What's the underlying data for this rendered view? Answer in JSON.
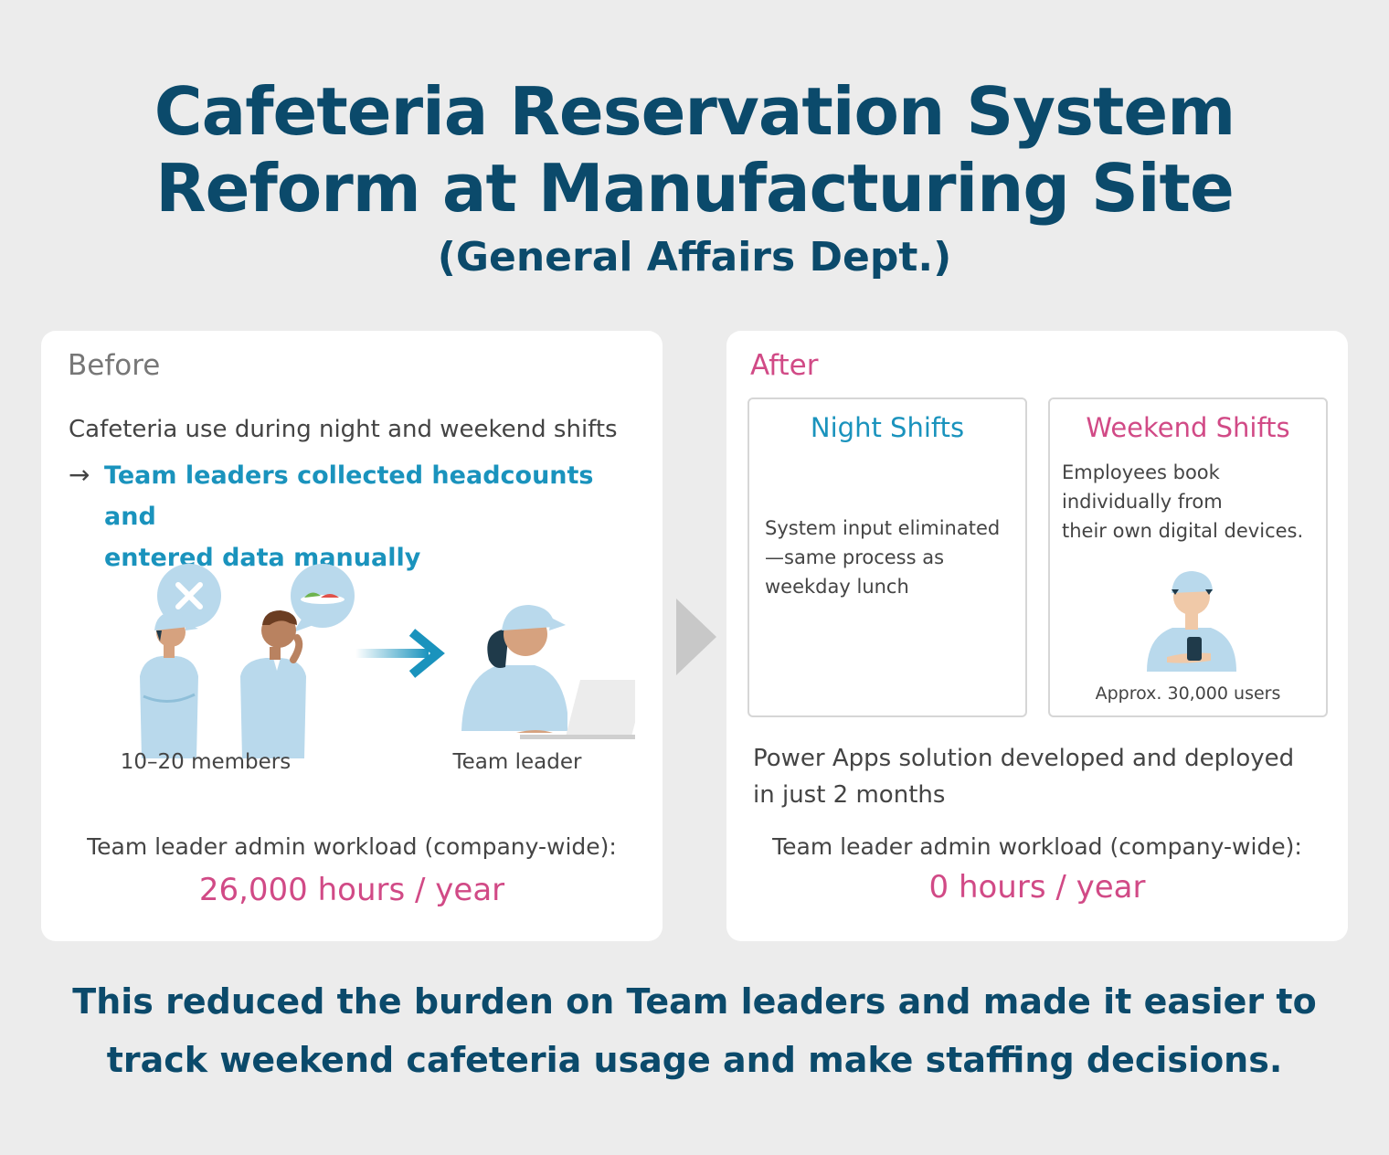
{
  "header": {
    "title_line1": "Cafeteria Reservation System",
    "title_line2": "Reform at Manufacturing Site",
    "subtitle": "(General Affairs Dept.)"
  },
  "before": {
    "label": "Before",
    "intro": "Cafeteria use during night and weekend shifts",
    "arrow": "→",
    "highlight_line1": "Team leaders collected headcounts and",
    "highlight_line2": "entered data manually",
    "members_caption": "10–20 members",
    "leader_caption": "Team leader",
    "workload_label": "Team leader admin workload (company-wide):",
    "workload_value": "26,000 hours / year"
  },
  "after": {
    "label": "After",
    "night": {
      "title": "Night Shifts",
      "desc_line1": "System input eliminated",
      "desc_line2": "—same process as",
      "desc_line3": "weekday lunch"
    },
    "weekend": {
      "title": "Weekend Shifts",
      "desc_line1": "Employees book",
      "desc_line2": "individually from",
      "desc_line3": "their own digital devices.",
      "users": "Approx. 30,000 users"
    },
    "solution_line1": "Power Apps solution developed and deployed",
    "solution_line2": "in just 2 months",
    "workload_label": "Team leader admin workload (company-wide):",
    "workload_value": "0 hours / year"
  },
  "conclusion": {
    "line1": "This reduced the burden on Team leaders and made it easier to",
    "line2": "track weekend cafeteria usage and make staffing decisions."
  },
  "colors": {
    "navy": "#0b4a6b",
    "teal": "#1a93bd",
    "pink": "#d14a86",
    "uniform": "#b9d9ec"
  },
  "icons": [
    "cross-icon",
    "meal-icon",
    "right-arrow-icon",
    "laptop-icon",
    "smartphone-icon",
    "chevron-right-icon"
  ]
}
